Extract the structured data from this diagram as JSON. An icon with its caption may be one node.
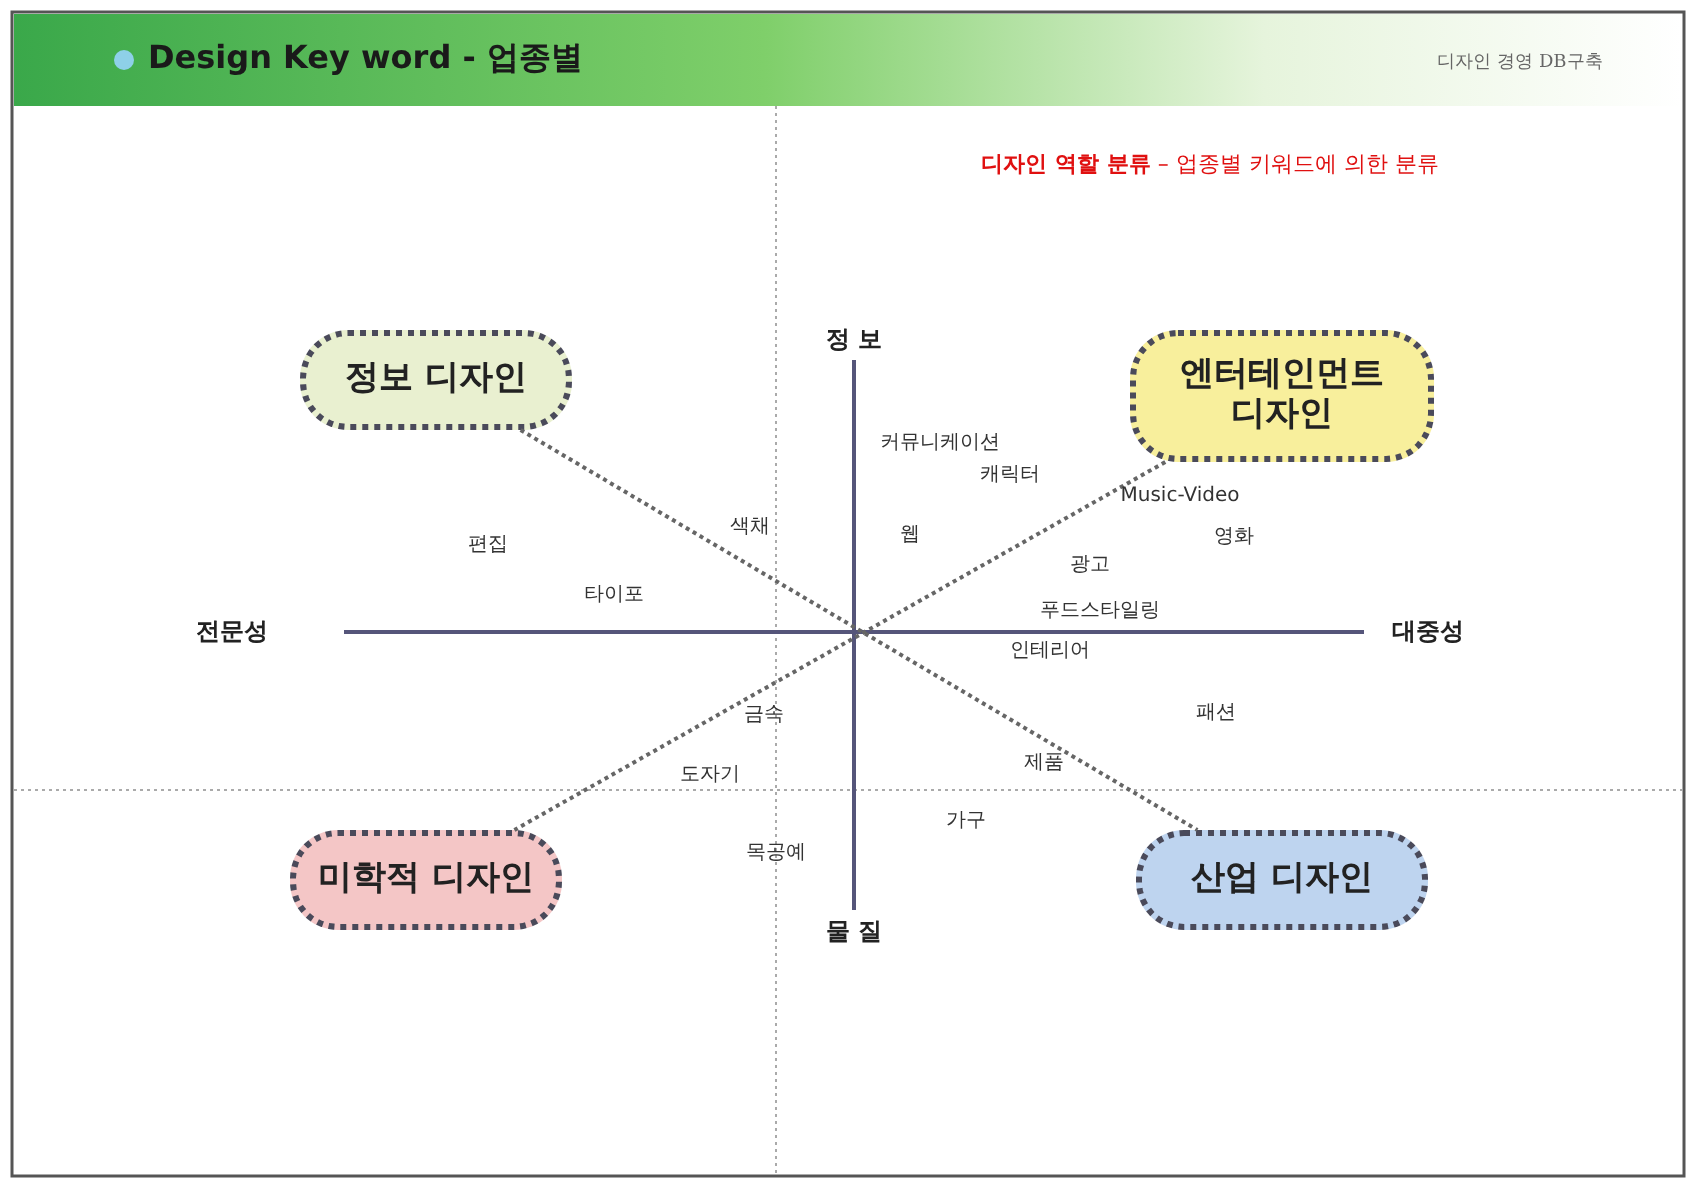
{
  "diagram": {
    "title": "Design Key word - 업종별",
    "nodes": [
      {
        "text": [
          "정보 디자인"
        ]
      },
      {
        "text": [
          "엔터테인먼트 디자인"
        ]
      },
      {
        "text": [
          "미학적 디자인"
        ]
      },
      {
        "text": [
          "산업 디자인"
        ]
      }
    ],
    "edges": [
      {
        "from": 0,
        "to": 3,
        "arrow": "none",
        "style": "dashed"
      },
      {
        "from": 1,
        "to": 2,
        "arrow": "none",
        "style": "dashed"
      }
    ],
    "labels": [
      "디자인 경영 DB구축",
      "**디자인 역할 분류** – 업종별 키워드에 의한 분류",
      "정 보",
      "커뮤니케이션",
      "캐릭터",
      "Music-Video",
      "색채",
      "웹",
      "영화",
      "편집",
      "광고",
      "타이포",
      "푸드스타일링",
      "전문성",
      "대중성",
      "인테리어",
      "금속",
      "패션",
      "제품",
      "도자기",
      "가구",
      "목공예",
      "물 질"
    ]
  }
}
